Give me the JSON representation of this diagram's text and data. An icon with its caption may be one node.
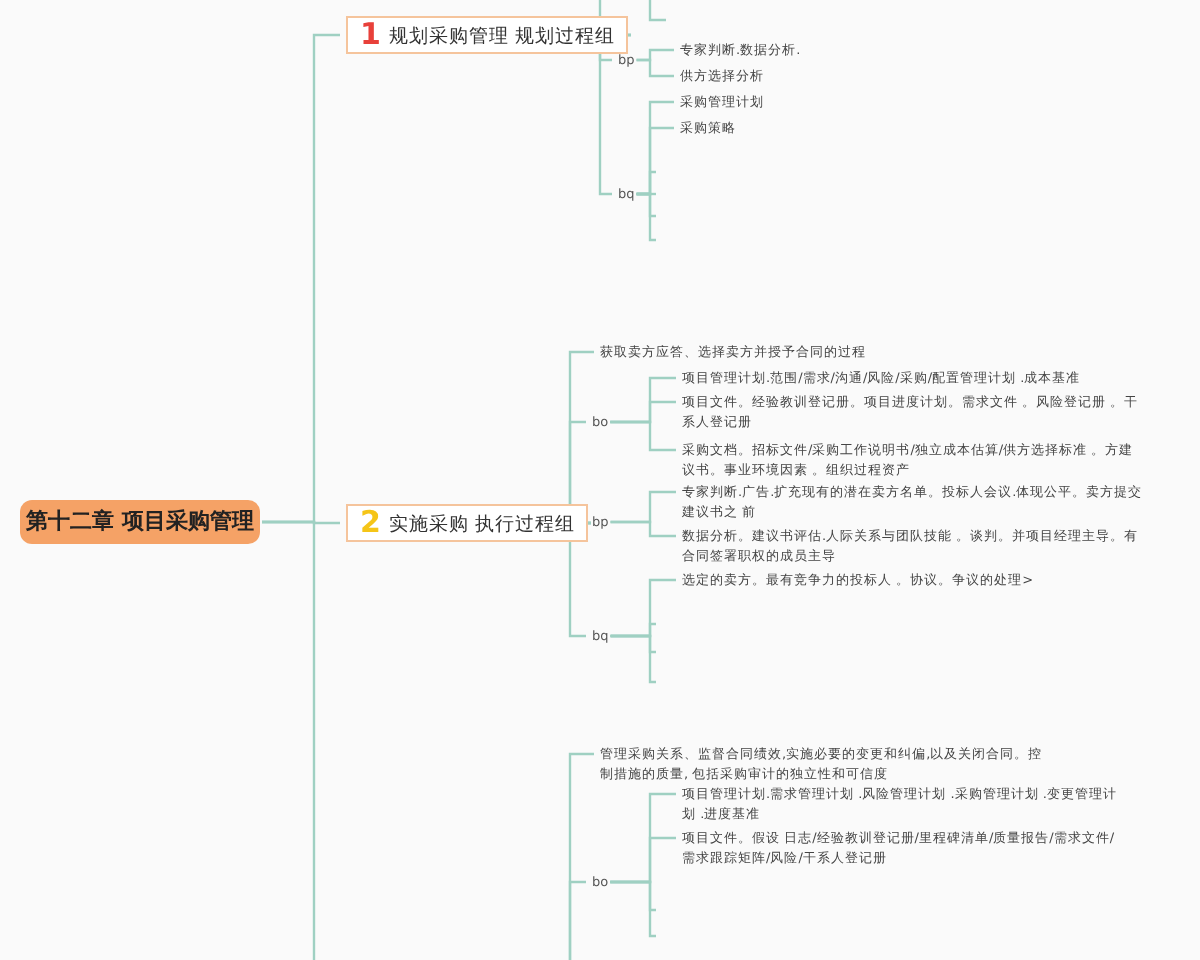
{
  "diagram": {
    "nodes": [
      {
        "text": [
          "第十二章 项目采购管理"
        ]
      },
      {
        "text": [
          "1",
          "规划采购管理 规划过程组"
        ]
      },
      {
        "text": [
          "bp"
        ]
      },
      {
        "text": [
          "专家判断.数据分析."
        ]
      },
      {
        "text": [
          "供方选择分析"
        ]
      },
      {
        "text": [
          "bq"
        ]
      },
      {
        "text": [
          "采购管理计划"
        ]
      },
      {
        "text": [
          "采购策略"
        ]
      },
      {
        "text": [
          "2",
          "实施采购 执行过程组"
        ]
      },
      {
        "text": [
          "获取卖方应答、选择卖方并授予合同的过程"
        ]
      },
      {
        "text": [
          "bo"
        ]
      },
      {
        "text": [
          "项目管理计划.范围/需求/沟通/风险/采购/配置管理计划 .成本基准"
        ]
      },
      {
        "text": [
          "项目文件。经验教训登记册。项目进度计划。需求文件 。风险登记册 。干系人登记册"
        ]
      },
      {
        "text": [
          "采购文档。招标文件/采购工作说明书/独立成本估算/供方选择标准 。方建议书。事业环境因素 。组织过程资产"
        ]
      },
      {
        "text": [
          "bp"
        ]
      },
      {
        "text": [
          "专家判断.广告.扩充现有的潜在卖方名单。投标人会议.体现公平。卖方提交建议书之 前"
        ]
      },
      {
        "text": [
          "数据分析。建议书评估.人际关系与团队技能 。谈判。并项目经理主导。有合同签署职权的成员主导"
        ]
      },
      {
        "text": [
          "bq"
        ]
      },
      {
        "text": [
          "选定的卖方。最有竞争力的投标人 。协议。争议的处理>"
        ]
      },
      {
        "text": [
          "管理采购关系、监督合同绩效,实施必要的变更和纠偏,以及关闭合同。控制措施的质量, 包括采购审计的独立性和可信度"
        ]
      },
      {
        "text": [
          "bo"
        ]
      },
      {
        "text": [
          "项目管理计划.需求管理计划 .风险管理计划 .采购管理计划 .变更管理计划 .进度基准"
        ]
      },
      {
        "text": [
          "项目文件。假设 日志/经验教训登记册/里程碑清单/质量报告/需求文件/需求跟踪矩阵/风险/干系人登记册"
        ]
      }
    ],
    "edges": [
      {
        "from": 0,
        "to": 1,
        "arrow": "none"
      },
      {
        "from": 0,
        "to": 8,
        "arrow": "none"
      },
      {
        "from": 0,
        "to": null,
        "arrow": "none"
      },
      {
        "from": 1,
        "to": null,
        "arrow": "none"
      },
      {
        "from": 1,
        "to": 2,
        "arrow": "none"
      },
      {
        "from": 1,
        "to": 5,
        "arrow": "none"
      },
      {
        "from": 2,
        "to": 3,
        "arrow": "none"
      },
      {
        "from": 2,
        "to": 4,
        "arrow": "none"
      },
      {
        "from": 5,
        "to": 6,
        "arrow": "none"
      },
      {
        "from": 5,
        "to": 7,
        "arrow": "none"
      },
      {
        "from": 5,
        "to": null,
        "arrow": "none"
      },
      {
        "from": 5,
        "to": null,
        "arrow": "none"
      },
      {
        "from": 5,
        "to": null,
        "arrow": "none"
      },
      {
        "from": 5,
        "to": null,
        "arrow": "none"
      },
      {
        "from": 8,
        "to": 9,
        "arrow": "none"
      },
      {
        "from": 8,
        "to": 10,
        "arrow": "none"
      },
      {
        "from": 8,
        "to": 14,
        "arrow": "none"
      },
      {
        "from": 8,
        "to": 17,
        "arrow": "none"
      },
      {
        "from": 10,
        "to": 11,
        "arrow": "none"
      },
      {
        "from": 10,
        "to": 12,
        "arrow": "none"
      },
      {
        "from": 10,
        "to": 13,
        "arrow": "none"
      },
      {
        "from": 14,
        "to": 15,
        "arrow": "none"
      },
      {
        "from": 14,
        "to": 16,
        "arrow": "none"
      },
      {
        "from": 17,
        "to": 18,
        "arrow": "none"
      },
      {
        "from": 17,
        "to": null,
        "arrow": "none"
      },
      {
        "from": 17,
        "to": null,
        "arrow": "none"
      },
      {
        "from": 17,
        "to": null,
        "arrow": "none"
      },
      {
        "from": null,
        "to": 19,
        "arrow": "none"
      },
      {
        "from": null,
        "to": 20,
        "arrow": "none"
      },
      {
        "from": 20,
        "to": 21,
        "arrow": "none"
      },
      {
        "from": 20,
        "to": 22,
        "arrow": "none"
      },
      {
        "from": 20,
        "to": null,
        "arrow": "none"
      },
      {
        "from": 20,
        "to": null,
        "arrow": "none"
      }
    ]
  }
}
